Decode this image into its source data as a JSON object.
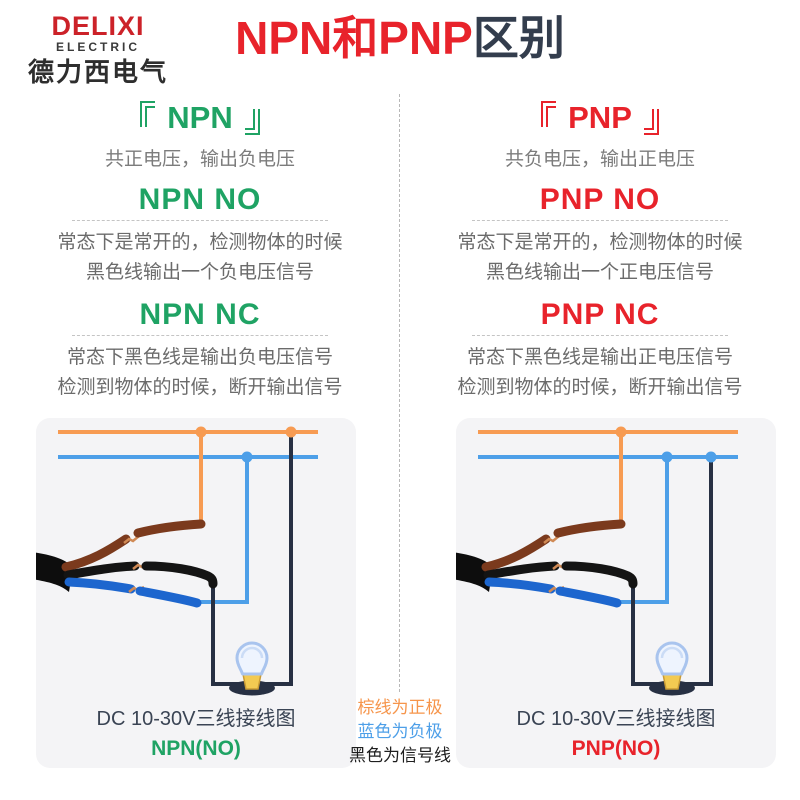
{
  "brand": {
    "name": "DELIXI",
    "subname": "ELECTRIC",
    "cn_name": "德力西电气"
  },
  "title": {
    "red_part": "NPN和PNP",
    "dark_part": "区别"
  },
  "columns": [
    {
      "id": "npn",
      "accent_color": "#1FA364",
      "bracket_heading": "NPN",
      "subtitle": "共正电压，输出负电压",
      "no_heading": "NPN NO",
      "no_desc_line1": "常态下是常开的，检测物体的时候",
      "no_desc_line2": "黑色线输出一个负电压信号",
      "nc_heading": "NPN NC",
      "nc_desc_line1": "常态下黑色线是输出负电压信号",
      "nc_desc_line2": "检测到物体的时候，断开输出信号",
      "diagram_caption": "DC 10-30V三线接线图",
      "diagram_label": "NPN(NO)"
    },
    {
      "id": "pnp",
      "accent_color": "#E8232B",
      "bracket_heading": "PNP",
      "subtitle": "共负电压，输出正电压",
      "no_heading": "PNP NO",
      "no_desc_line1": "常态下是常开的，检测物体的时候",
      "no_desc_line2": "黑色线输出一个正电压信号",
      "nc_heading": "PNP NC",
      "nc_desc_line1": "常态下黑色线是输出正电压信号",
      "nc_desc_line2": "检测到物体的时候，断开输出信号",
      "diagram_caption": "DC 10-30V三线接线图",
      "diagram_label": "PNP(NO)"
    }
  ],
  "legend": {
    "items": [
      {
        "text": "棕线为正极",
        "color": "#F6954B"
      },
      {
        "text": "蓝色为负极",
        "color": "#4D9FE8"
      },
      {
        "text": "黑色为信号线",
        "color": "#1E1E1E"
      }
    ]
  },
  "diagram_colors": {
    "positive_bus": "#F79B52",
    "negative_bus": "#4D9FE8",
    "signal_wire": "#273043",
    "brown_wire": "#7B3A1D",
    "black_wire": "#141414",
    "blue_wire": "#1D66CE",
    "copper_splice": "#D08A55",
    "box_background": "#F4F4F6"
  }
}
